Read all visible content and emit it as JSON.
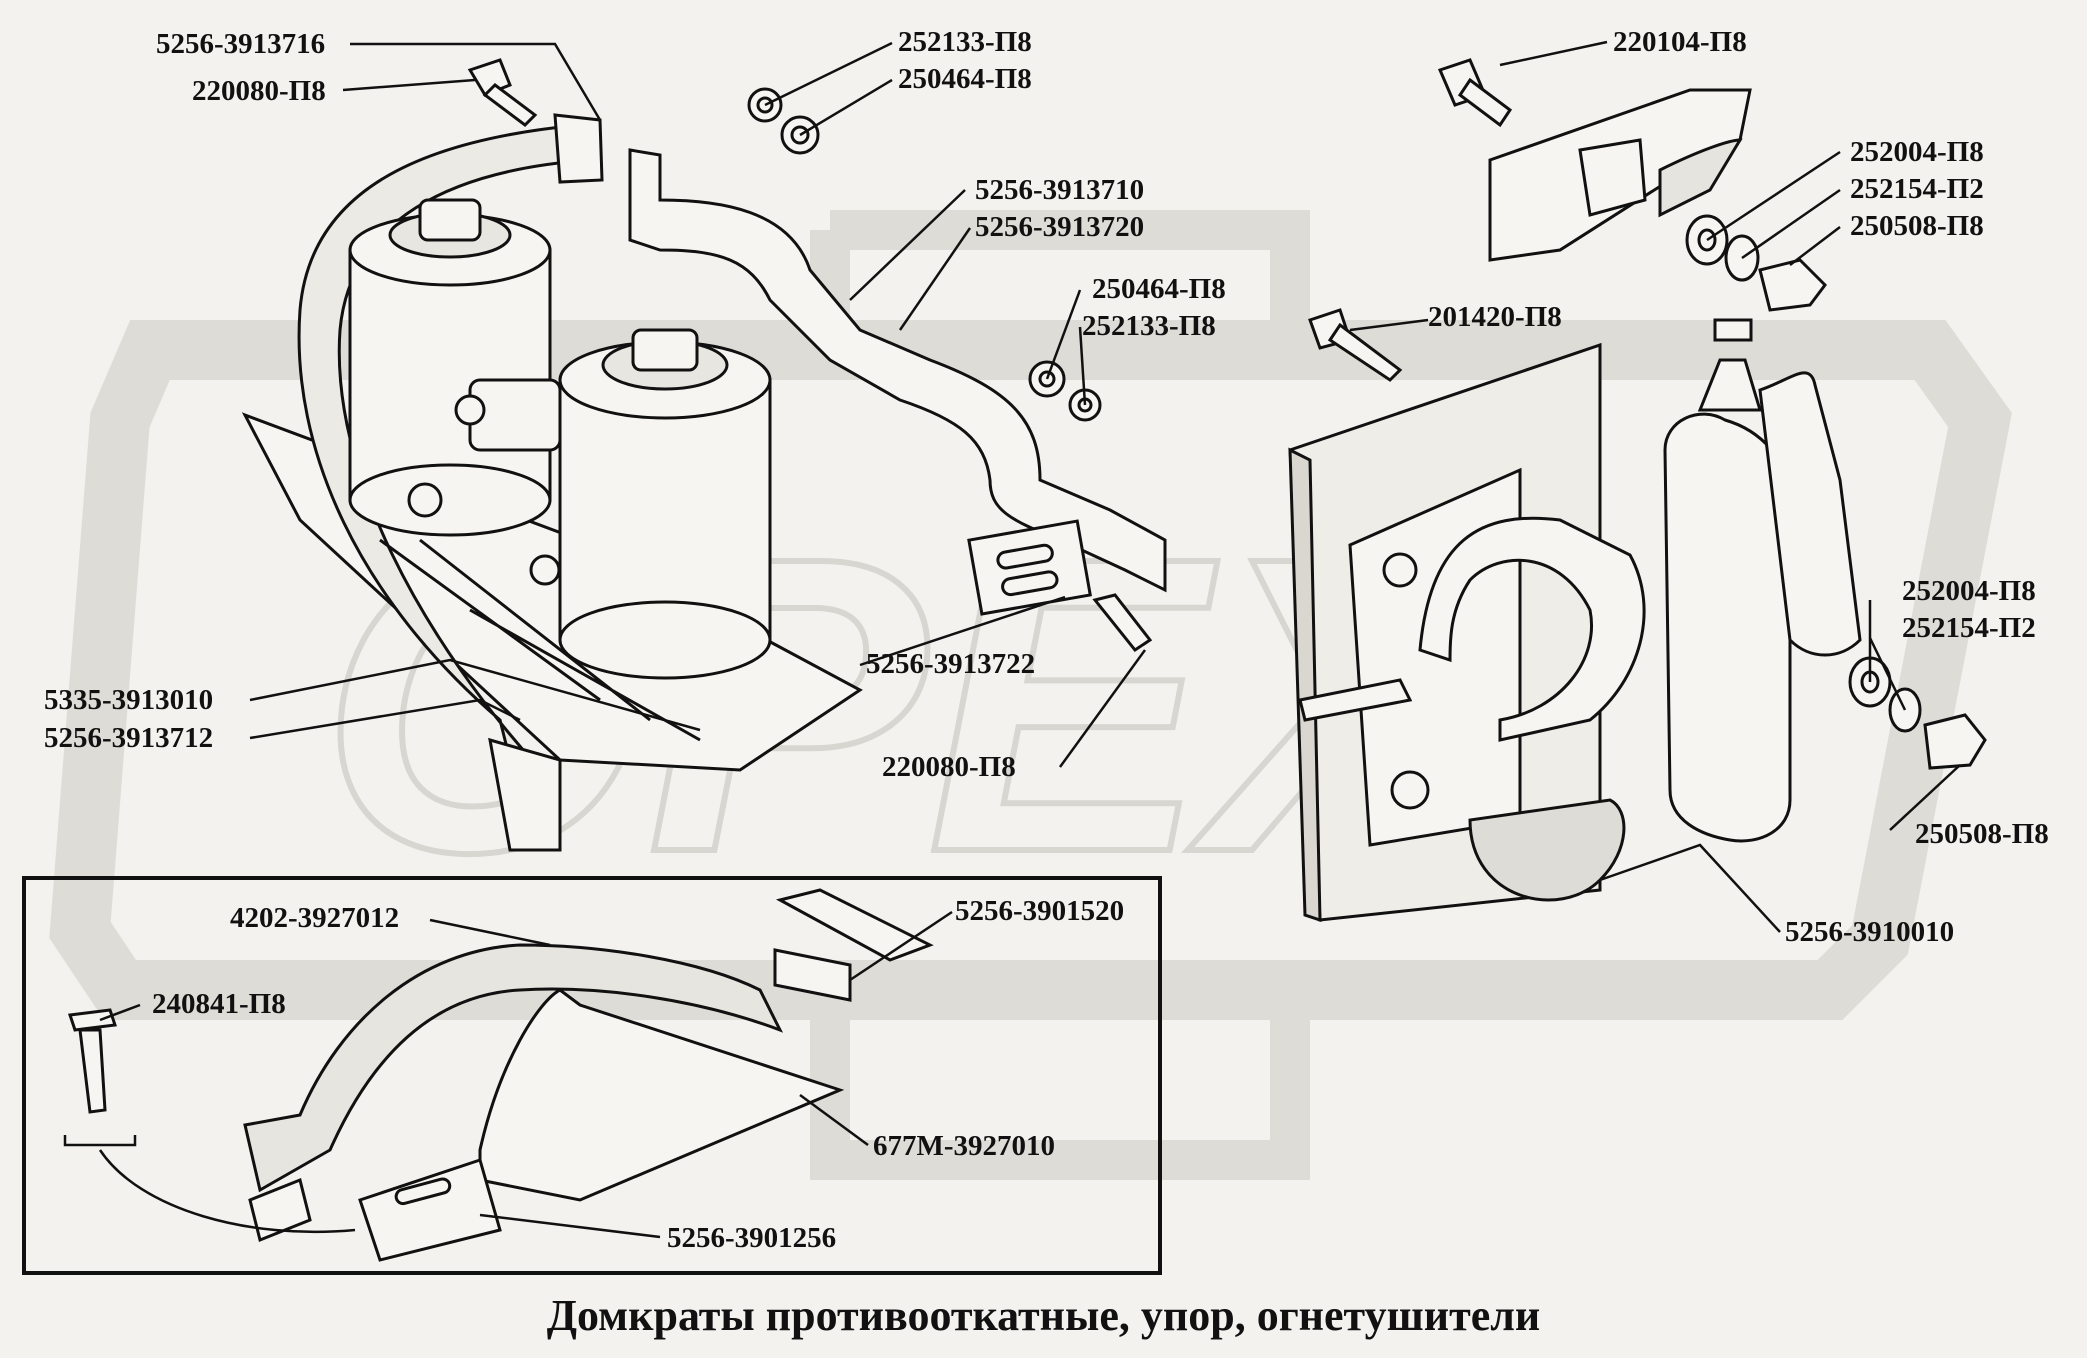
{
  "caption": "Домкраты противооткатные, упор, огнетушители",
  "colors": {
    "line": "#111111",
    "watermark": "#dedcd6",
    "background": "#f3f2ee"
  },
  "labels": {
    "l_5256_3913716": "5256-3913716",
    "l_220080_p8_a": "220080-П8",
    "l_252133_p8_a": "252133-П8",
    "l_250464_p8_a": "250464-П8",
    "l_5256_3913710": "5256-3913710",
    "l_5256_3913720": "5256-3913720",
    "l_250464_p8_b": "250464-П8",
    "l_252133_p8_b": "252133-П8",
    "l_220104_p8": "220104-П8",
    "l_252004_p8_a": "252004-П8",
    "l_252154_p2_a": "252154-П2",
    "l_250508_p8_a": "250508-П8",
    "l_201420_p8": "201420-П8",
    "l_5335_3913010": "5335-3913010",
    "l_5256_3913712": "5256-3913712",
    "l_5256_3913722": "5256-3913722",
    "l_220080_p8_b": "220080-П8",
    "l_252004_p8_b": "252004-П8",
    "l_252154_p2_b": "252154-П2",
    "l_250508_p8_b": "250508-П8",
    "l_5256_3910010": "5256-3910010",
    "l_4202_3927012": "4202-3927012",
    "l_5256_3901520": "5256-3901520",
    "l_240841_p8": "240841-П8",
    "l_677m_3927010": "677М-3927010",
    "l_5256_3901256": "5256-3901256"
  }
}
